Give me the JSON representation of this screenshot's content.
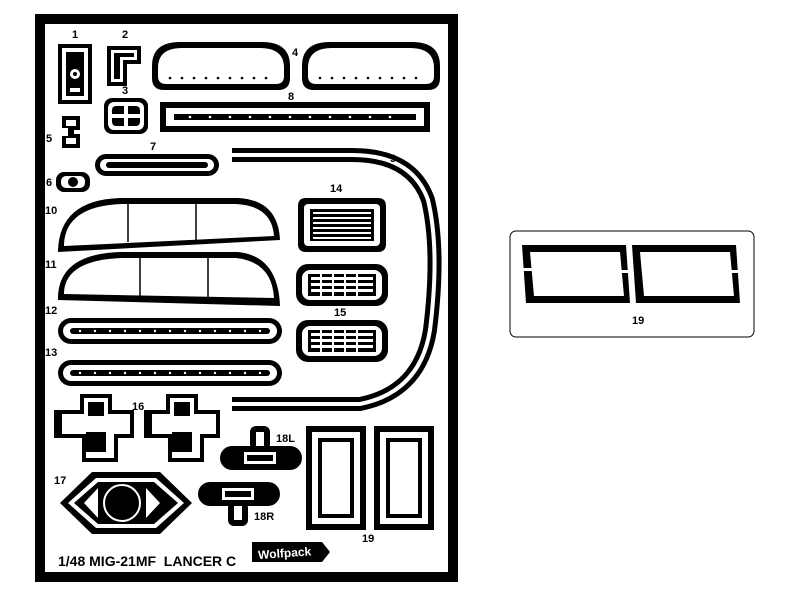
{
  "sheet": {
    "title": "1/48 MIG-21MF  LANCER C",
    "brand": "Wolfpack",
    "background_color": "#000000",
    "part_color": "#ffffff",
    "part_labels": [
      "1",
      "2",
      "3",
      "4",
      "5",
      "6",
      "7",
      "8",
      "9",
      "10",
      "11",
      "12",
      "13",
      "14",
      "15",
      "16",
      "17",
      "18L",
      "18R",
      "19"
    ]
  },
  "inset": {
    "label": "19"
  }
}
